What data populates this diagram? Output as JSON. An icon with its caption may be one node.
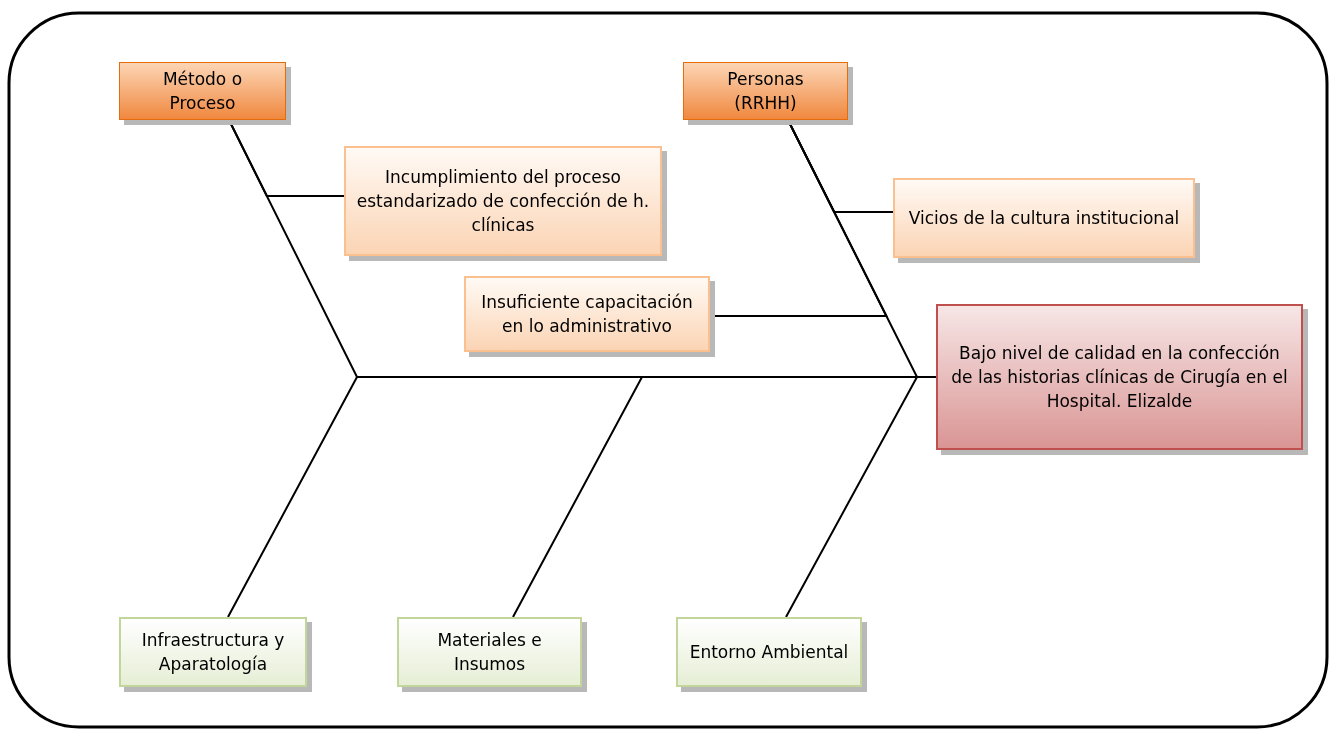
{
  "diagram": {
    "nodes": [
      {
        "text": [
          "Método o Proceso"
        ]
      },
      {
        "text": [
          "Personas (RRHH)"
        ]
      },
      {
        "text": [
          "Incumplimiento del proceso estandarizado de confección de h. clínicas"
        ]
      },
      {
        "text": [
          "Vicios de la cultura institucional"
        ]
      },
      {
        "text": [
          "Insuficiente capacitación en lo administrativo"
        ]
      },
      {
        "text": [
          "Bajo nivel de calidad en la confección de las historias clínicas de Cirugía en el Hospital. Elizalde"
        ]
      },
      {
        "text": [
          "Infraestructura y Aparatología"
        ]
      },
      {
        "text": [
          "Materiales e Insumos"
        ]
      },
      {
        "text": [
          "Entorno Ambiental"
        ]
      }
    ],
    "edges": [
      {
        "from": 2,
        "to": 0,
        "arrow": "none"
      },
      {
        "from": 3,
        "to": 1,
        "arrow": "none"
      },
      {
        "from": 4,
        "to": 1,
        "arrow": "none"
      },
      {
        "from": 0,
        "to": 5,
        "arrow": "none"
      },
      {
        "from": 1,
        "to": 5,
        "arrow": "none"
      },
      {
        "from": 6,
        "to": 5,
        "arrow": "none"
      },
      {
        "from": 7,
        "to": 5,
        "arrow": "none"
      },
      {
        "from": 8,
        "to": 5,
        "arrow": "none"
      }
    ]
  }
}
